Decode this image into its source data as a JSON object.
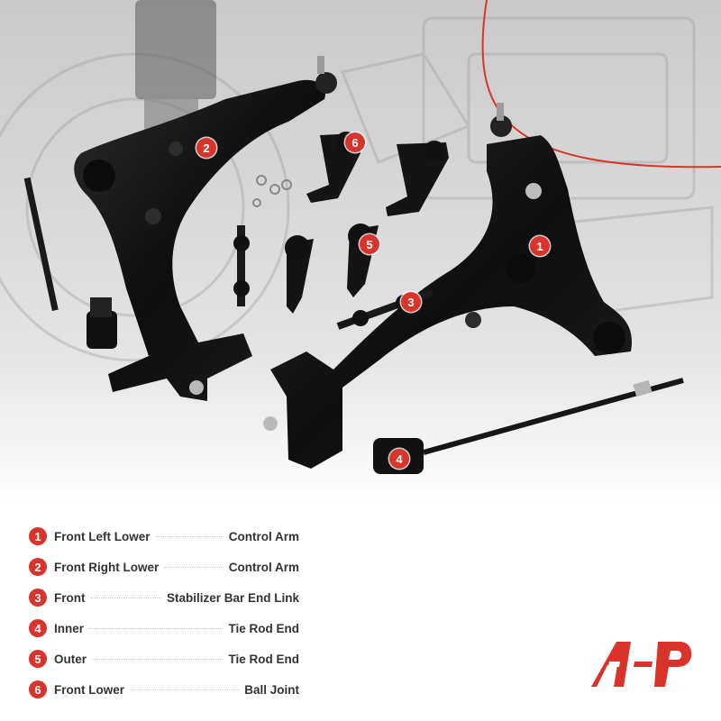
{
  "colors": {
    "accent": "#d9342b",
    "text": "#333333",
    "part": "#141414"
  },
  "callouts": [
    "1",
    "2",
    "3",
    "4",
    "5",
    "6"
  ],
  "legend": [
    {
      "num": "1",
      "left": "Front Left Lower",
      "right": "Control Arm"
    },
    {
      "num": "2",
      "left": "Front Right Lower",
      "right": "Control Arm"
    },
    {
      "num": "3",
      "left": "Front",
      "right": "Stabilizer Bar End Link"
    },
    {
      "num": "4",
      "left": "Inner",
      "right": "Tie Rod End"
    },
    {
      "num": "5",
      "left": "Outer",
      "right": "Tie Rod End"
    },
    {
      "num": "6",
      "left": "Front Lower",
      "right": "Ball Joint"
    }
  ],
  "logo": {
    "name": "a-premium-logo-icon"
  }
}
